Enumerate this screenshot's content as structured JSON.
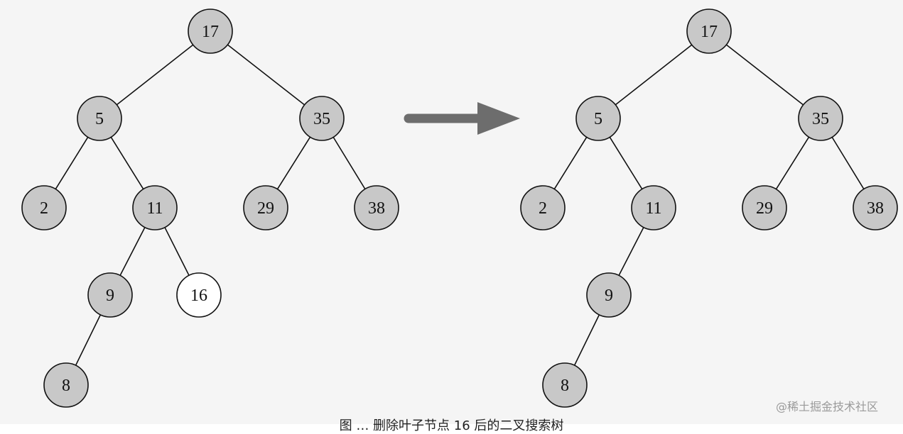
{
  "colors": {
    "node_fill": "#c8c8c8",
    "node_fill_removed": "#ffffff",
    "node_stroke": "#111111",
    "edge": "#111111",
    "arrow": "#6d6d6d"
  },
  "trees": {
    "before": {
      "nodes": [
        {
          "id": "n17",
          "label": "17",
          "state": "normal"
        },
        {
          "id": "n5",
          "label": "5",
          "state": "normal"
        },
        {
          "id": "n35",
          "label": "35",
          "state": "normal"
        },
        {
          "id": "n2",
          "label": "2",
          "state": "normal"
        },
        {
          "id": "n11",
          "label": "11",
          "state": "normal"
        },
        {
          "id": "n29",
          "label": "29",
          "state": "normal"
        },
        {
          "id": "n38",
          "label": "38",
          "state": "normal"
        },
        {
          "id": "n9",
          "label": "9",
          "state": "normal"
        },
        {
          "id": "n16",
          "label": "16",
          "state": "removed"
        },
        {
          "id": "n8",
          "label": "8",
          "state": "normal"
        }
      ],
      "edges": [
        [
          "n17",
          "n5"
        ],
        [
          "n17",
          "n35"
        ],
        [
          "n5",
          "n2"
        ],
        [
          "n5",
          "n11"
        ],
        [
          "n35",
          "n29"
        ],
        [
          "n35",
          "n38"
        ],
        [
          "n11",
          "n9"
        ],
        [
          "n11",
          "n16"
        ],
        [
          "n9",
          "n8"
        ]
      ]
    },
    "after": {
      "nodes": [
        {
          "id": "n17",
          "label": "17",
          "state": "normal"
        },
        {
          "id": "n5",
          "label": "5",
          "state": "normal"
        },
        {
          "id": "n35",
          "label": "35",
          "state": "normal"
        },
        {
          "id": "n2",
          "label": "2",
          "state": "normal"
        },
        {
          "id": "n11",
          "label": "11",
          "state": "normal"
        },
        {
          "id": "n29",
          "label": "29",
          "state": "normal"
        },
        {
          "id": "n38",
          "label": "38",
          "state": "normal"
        },
        {
          "id": "n9",
          "label": "9",
          "state": "normal"
        },
        {
          "id": "n8",
          "label": "8",
          "state": "normal"
        }
      ],
      "edges": [
        [
          "n17",
          "n5"
        ],
        [
          "n17",
          "n35"
        ],
        [
          "n5",
          "n2"
        ],
        [
          "n5",
          "n11"
        ],
        [
          "n35",
          "n29"
        ],
        [
          "n35",
          "n38"
        ],
        [
          "n11",
          "n9"
        ],
        [
          "n9",
          "n8"
        ]
      ]
    }
  },
  "watermark": "@稀土掘金技术社区",
  "caption": "图 … 删除叶子节点 16 后的二叉搜索树"
}
